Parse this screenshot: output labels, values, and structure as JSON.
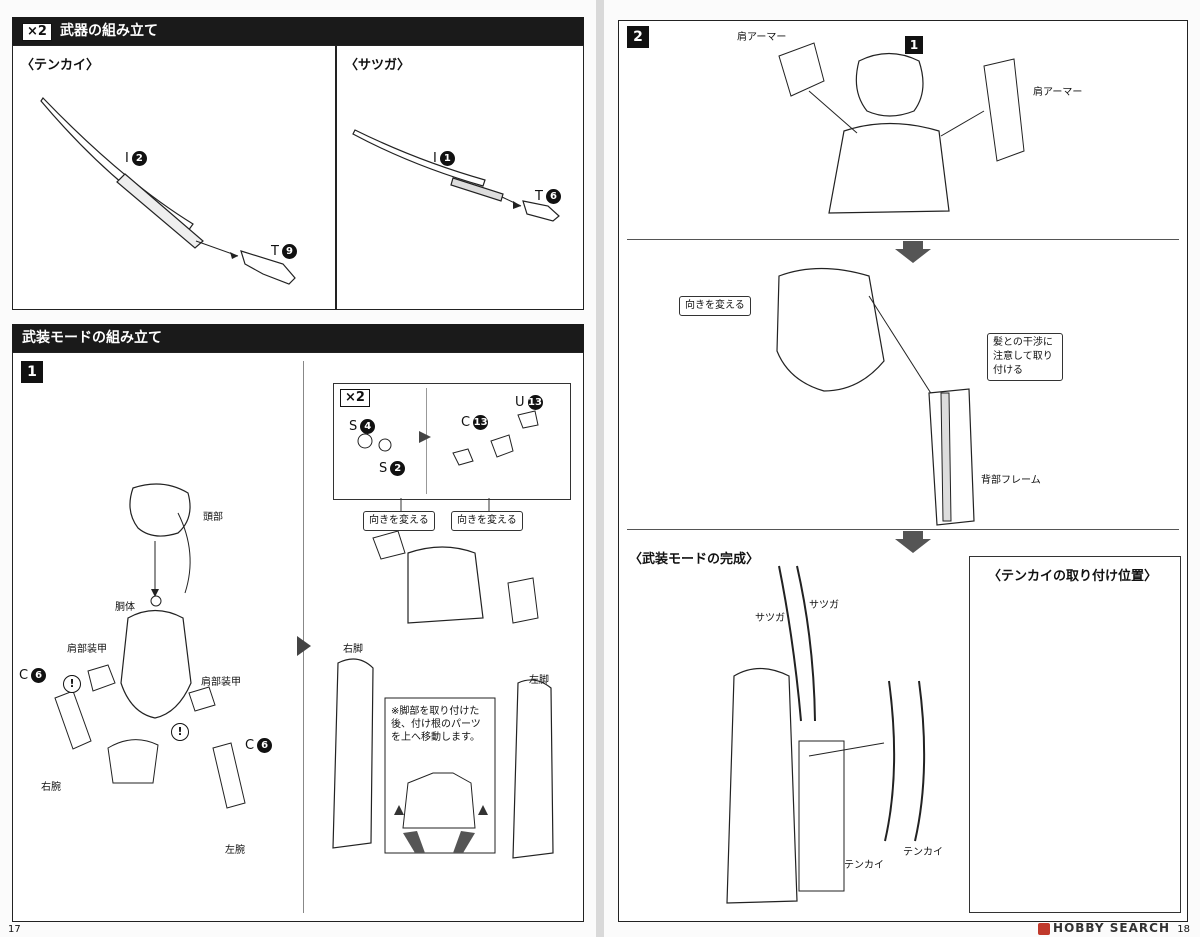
{
  "left_page": {
    "page_number": "17",
    "weapon_section": {
      "title": "武器の組み立て",
      "multiplier": "×2",
      "tenkai": {
        "title": "〈テンカイ〉",
        "parts": [
          {
            "letter": "I",
            "num": "2"
          },
          {
            "letter": "T",
            "num": "9"
          }
        ]
      },
      "satsuga": {
        "title": "〈サツガ〉",
        "parts": [
          {
            "letter": "I",
            "num": "1"
          },
          {
            "letter": "T",
            "num": "6"
          }
        ]
      }
    },
    "armed_section": {
      "title": "武装モードの組み立て",
      "step": "1",
      "labels": {
        "head": "頭部",
        "torso": "胴体",
        "shoulder_armor_left": "肩部装甲",
        "shoulder_armor_right": "肩部装甲",
        "right_arm": "右腕",
        "left_arm": "左腕",
        "right_leg": "右脚",
        "left_leg": "左脚",
        "turn_1": "向きを変える",
        "turn_2": "向きを変える"
      },
      "parts": {
        "c6_a": {
          "letter": "C",
          "num": "6"
        },
        "c6_b": {
          "letter": "C",
          "num": "6"
        },
        "s4": {
          "letter": "S",
          "num": "4"
        },
        "s2": {
          "letter": "S",
          "num": "2"
        },
        "c13": {
          "letter": "C",
          "num": "13"
        },
        "u13": {
          "letter": "U",
          "num": "13"
        }
      },
      "multiplier": "×2",
      "warning_mark": "!",
      "note": "※脚部を取り付けた後、付け根のパーツを上へ移動します。"
    }
  },
  "right_page": {
    "page_number": "18",
    "step": "2",
    "inner_step": "1",
    "labels": {
      "shoulder_armor_1": "肩アーマー",
      "shoulder_armor_2": "肩アーマー",
      "turn": "向きを変える",
      "hair_note": "髪との干渉に注意して取り付ける",
      "back_frame": "背部フレーム"
    },
    "complete_title": "〈武装モードの完成〉",
    "tenkai_position_title": "〈テンカイの取り付け位置〉",
    "weapon_labels": {
      "satsuga_1": "サツガ",
      "satsuga_2": "サツガ",
      "tenkai_1": "テンカイ",
      "tenkai_2": "テンカイ"
    }
  },
  "watermark": "HOBBY SEARCH"
}
